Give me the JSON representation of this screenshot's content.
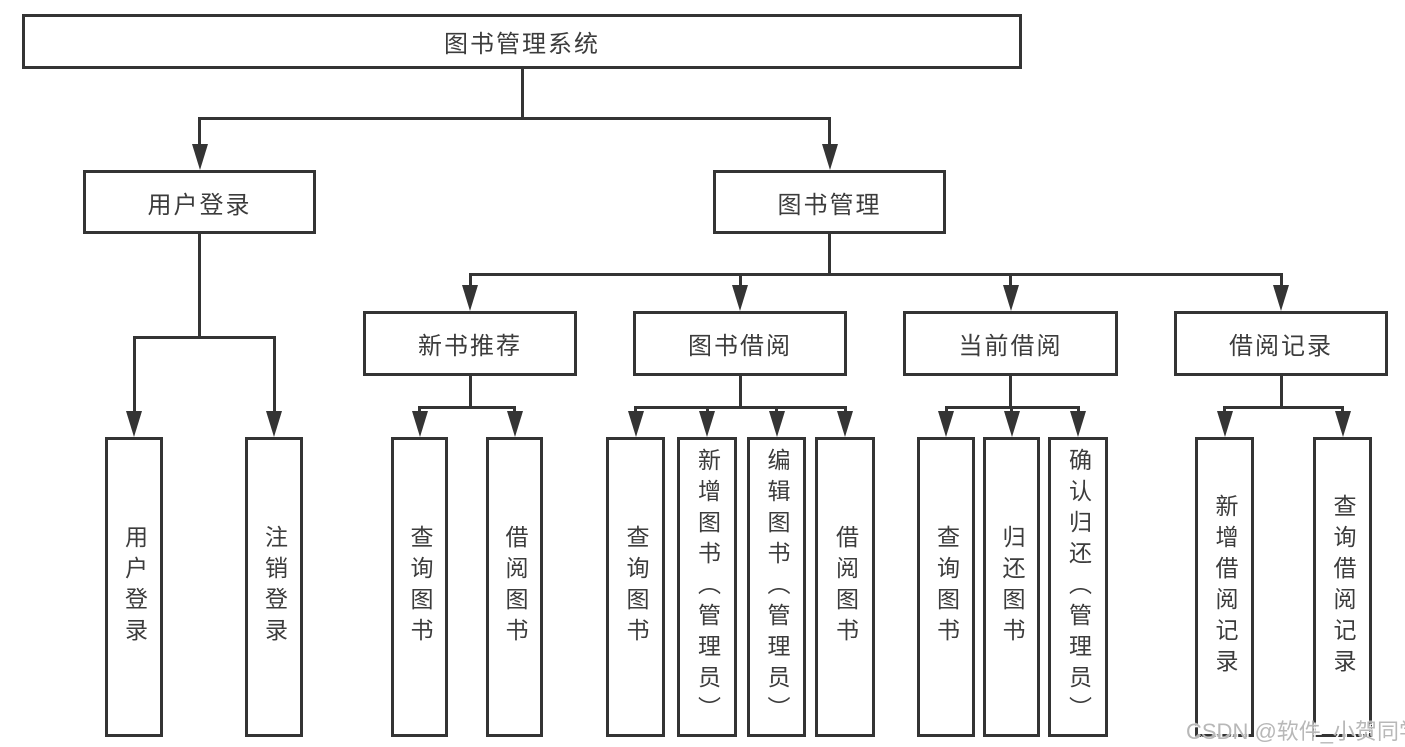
{
  "diagram": {
    "watermark": "CSDN @软件_小贺同学",
    "colors": {
      "line": "#343434",
      "text": "#3c3c3c",
      "background": "#ffffff",
      "watermark": "#b8b8b8"
    },
    "tree": {
      "label": "图书管理系统",
      "children": [
        {
          "label": "用户登录",
          "children": [
            {
              "label": "用户登录"
            },
            {
              "label": "注销登录"
            }
          ]
        },
        {
          "label": "图书管理",
          "children": [
            {
              "label": "新书推荐",
              "children": [
                {
                  "label": "查询图书"
                },
                {
                  "label": "借阅图书"
                }
              ]
            },
            {
              "label": "图书借阅",
              "children": [
                {
                  "label": "查询图书"
                },
                {
                  "label": "新增图书（管理员）"
                },
                {
                  "label": "编辑图书（管理员）"
                },
                {
                  "label": "借阅图书"
                }
              ]
            },
            {
              "label": "当前借阅",
              "children": [
                {
                  "label": "查询图书"
                },
                {
                  "label": "归还图书"
                },
                {
                  "label": "确认归还（管理员）"
                }
              ]
            },
            {
              "label": "借阅记录",
              "children": [
                {
                  "label": "新增借阅记录"
                },
                {
                  "label": "查询借阅记录"
                }
              ]
            }
          ]
        }
      ]
    }
  }
}
